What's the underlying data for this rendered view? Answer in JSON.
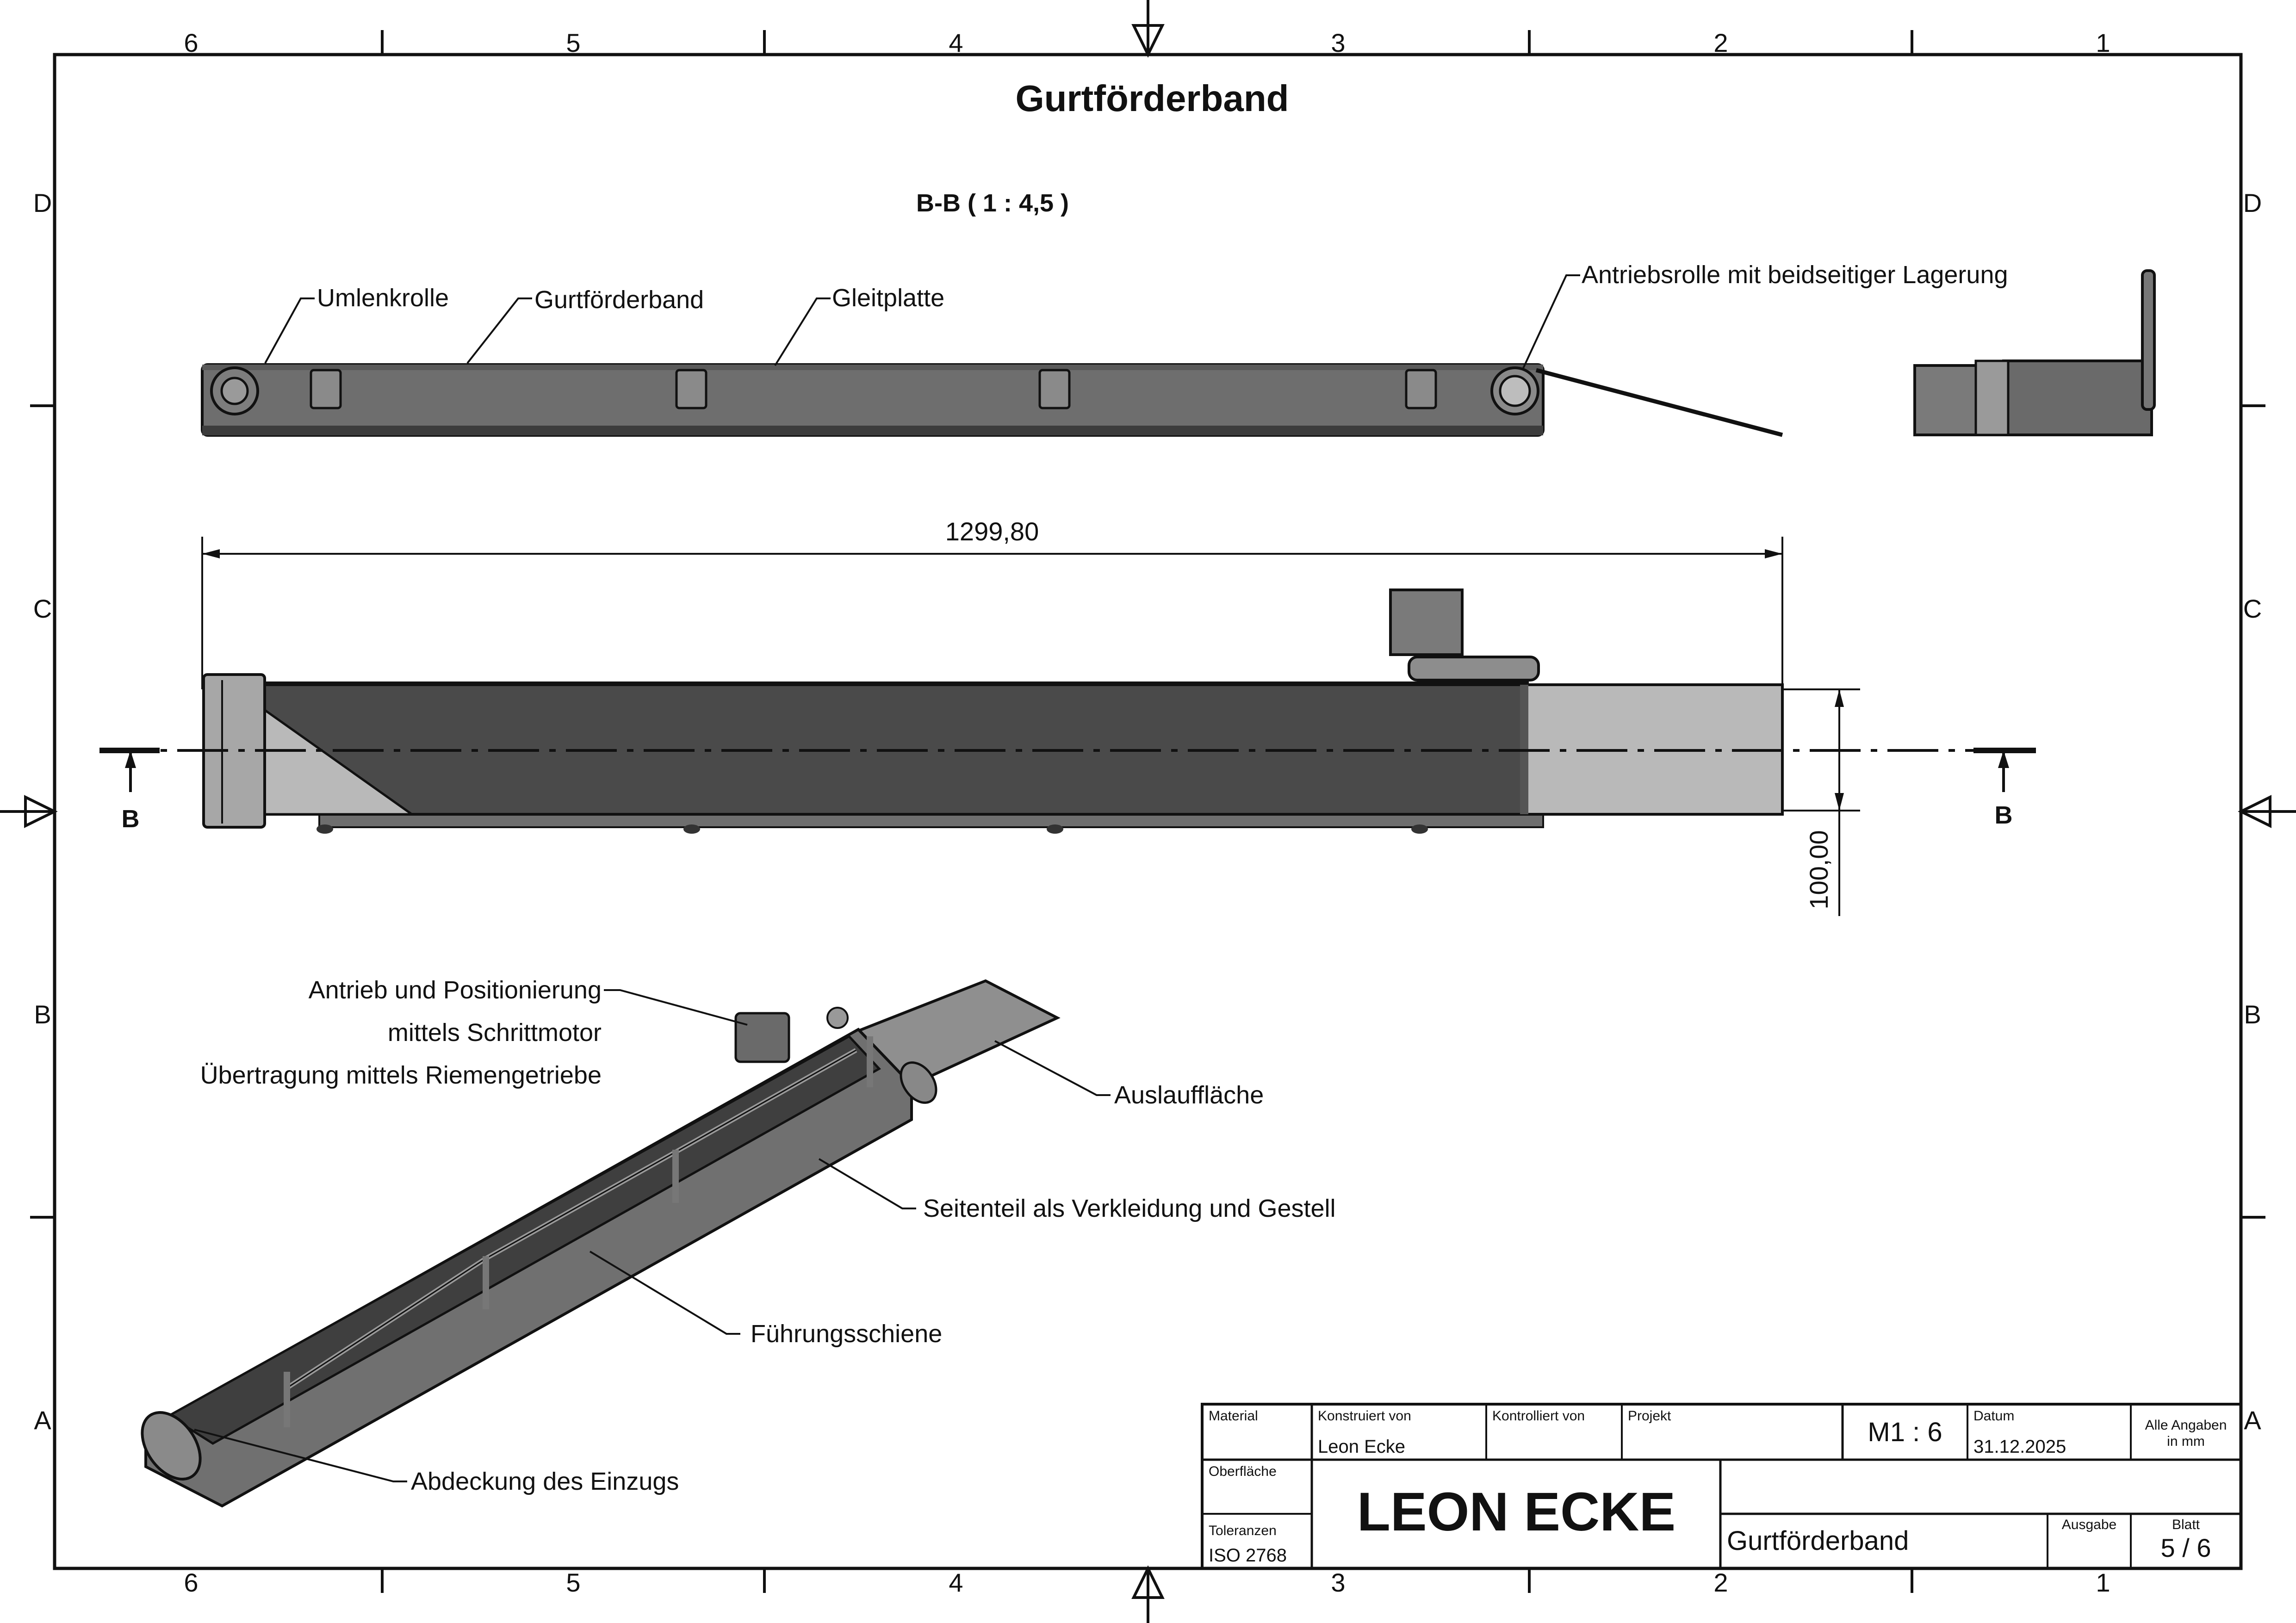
{
  "title": "Gurtförderband",
  "section_label": "B-B ( 1 : 4,5 )",
  "grid": {
    "columns": [
      "6",
      "5",
      "4",
      "3",
      "2",
      "1"
    ],
    "rows": [
      "D",
      "C",
      "B",
      "A"
    ]
  },
  "callouts": {
    "umlenkrolle": "Umlenkrolle",
    "gurtfoerderband": "Gurtförderband",
    "gleitplatte": "Gleitplatte",
    "antriebsrolle": "Antriebsrolle mit beidseitiger Lagerung",
    "antrieb_line1": "Antrieb und Positionierung",
    "antrieb_line2": "mittels Schrittmotor",
    "antrieb_line3": "Übertragung mittels Riemengetriebe",
    "auslaufflaeche": "Auslauffläche",
    "seitenteil": "Seitenteil als Verkleidung und Gestell",
    "fuehrungsschiene": "Führungsschiene",
    "abdeckung": "Abdeckung des Einzugs"
  },
  "dimensions": {
    "length": "1299,80",
    "width": "100,00"
  },
  "section_markers": {
    "left": "B",
    "right": "B"
  },
  "title_block": {
    "material_label": "Material",
    "material_value": "",
    "constructed_label": "Konstruiert von",
    "constructed_value": "Leon Ecke",
    "checked_label": "Kontrolliert von",
    "checked_value": "",
    "project_label": "Projekt",
    "project_value": "",
    "scale": "M1 : 6",
    "date_label": "Datum",
    "date_value": "31.12.2025",
    "units_line1": "Alle Angaben",
    "units_line2": "in mm",
    "surface_label": "Oberfläche",
    "company": "LEON ECKE",
    "tolerance_label": "Toleranzen",
    "tolerance_value": "ISO 2768",
    "drawing_name": "Gurtförderband",
    "edition_label": "Ausgabe",
    "edition_value": "",
    "sheet_label": "Blatt",
    "sheet_value": "5 / 6"
  },
  "colors": {
    "belt_dark": "#4a4a4a",
    "frame_mid": "#6e6e6e",
    "plate_light": "#b9b9b9",
    "line": "#111111"
  }
}
